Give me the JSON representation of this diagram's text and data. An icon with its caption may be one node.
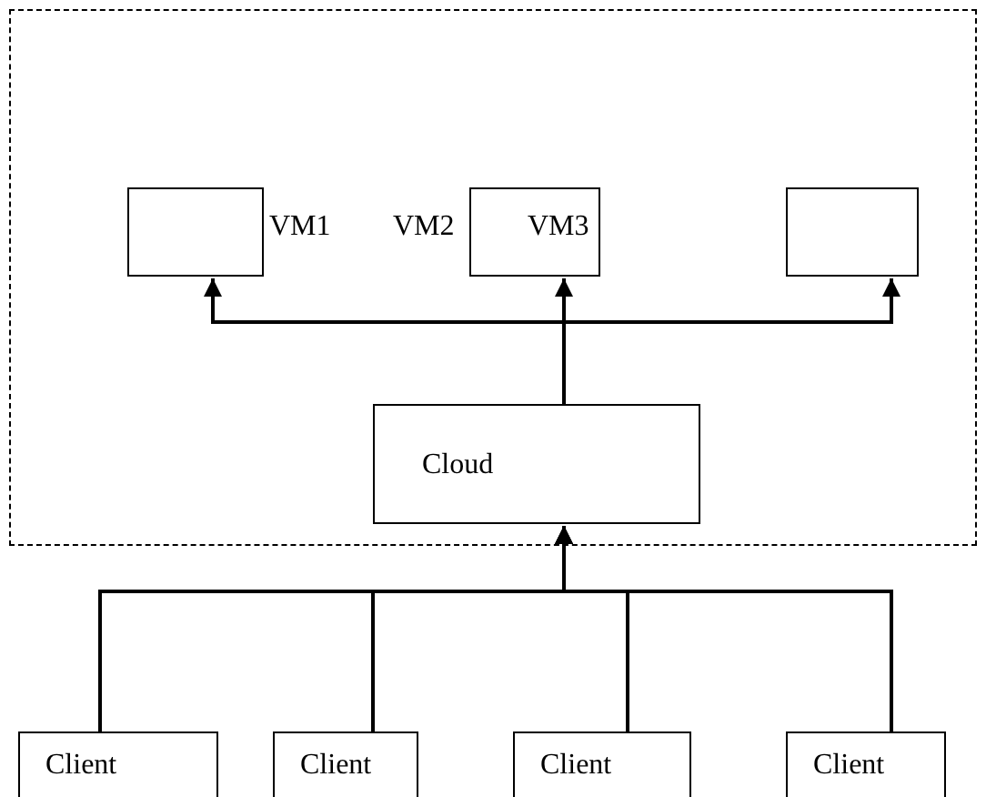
{
  "diagram": {
    "nodes": [
      {
        "text": [],
        "shape": "box"
      },
      {
        "text": [],
        "shape": "box",
        "in": 0
      },
      {
        "text": [],
        "shape": "box",
        "in": 0
      },
      {
        "text": [],
        "shape": "box",
        "in": 0
      },
      {
        "text": [
          "Cloud"
        ],
        "in": 0
      },
      {
        "text": [
          "Client"
        ]
      },
      {
        "text": [
          "Client"
        ]
      },
      {
        "text": [
          "Client"
        ]
      },
      {
        "text": [
          "Client"
        ]
      }
    ],
    "edges": [
      {
        "from": 4,
        "to": 1,
        "arrow": "to"
      },
      {
        "from": 4,
        "to": 2,
        "arrow": "to"
      },
      {
        "from": 4,
        "to": 3,
        "arrow": "to"
      },
      {
        "from": 5,
        "to": 4,
        "arrow": "to"
      },
      {
        "from": 6,
        "to": 4,
        "arrow": "to"
      },
      {
        "from": 7,
        "to": 4,
        "arrow": "to"
      },
      {
        "from": 8,
        "to": 4,
        "arrow": "to"
      }
    ],
    "labels": [
      "VM1",
      "VM2",
      "VM3"
    ]
  }
}
